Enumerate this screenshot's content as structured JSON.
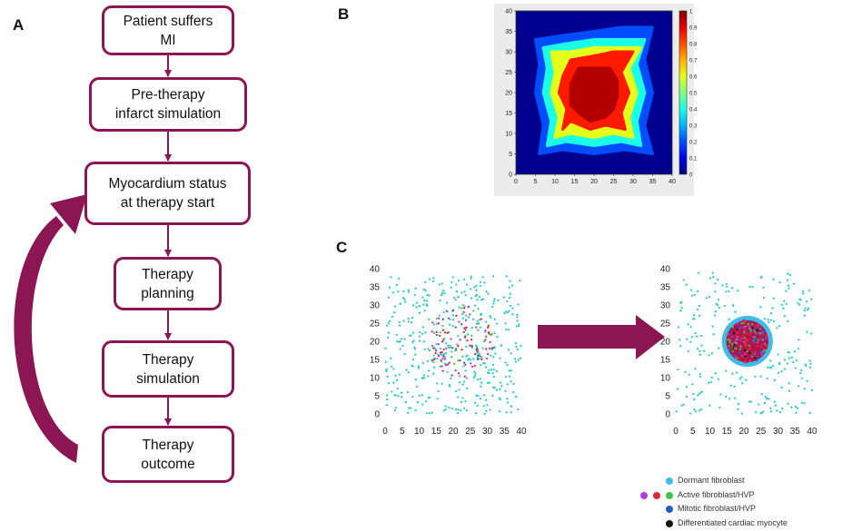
{
  "panels": {
    "a": "A",
    "b": "B",
    "c": "C"
  },
  "flowchart": {
    "steps": [
      {
        "label": "Patient suffers\nMI"
      },
      {
        "label": "Pre-therapy\ninfarct simulation"
      },
      {
        "label": "Myocardium status\nat therapy start"
      },
      {
        "label": "Therapy\nplanning"
      },
      {
        "label": "Therapy\nsimulation"
      },
      {
        "label": "Therapy\noutcome"
      }
    ],
    "arrow_color": "#8c1654"
  },
  "chart_data": [
    {
      "type": "heatmap",
      "panel": "B",
      "x_ticks": [
        "0",
        "5",
        "10",
        "15",
        "20",
        "25",
        "30",
        "35",
        "40"
      ],
      "y_ticks": [
        "0",
        "5",
        "10",
        "15",
        "20",
        "25",
        "30",
        "35",
        "40"
      ],
      "colorbar_ticks": [
        "0",
        "0.1",
        "0.2",
        "0.3",
        "0.4",
        "0.5",
        "0.6",
        "0.7",
        "0.8",
        "0.9",
        "1"
      ],
      "xlim": [
        0,
        40
      ],
      "ylim": [
        0,
        40
      ],
      "color_range": [
        0,
        1
      ],
      "colormap": "jet",
      "regions": [
        {
          "level": 0.2,
          "polygon": [
            [
              5,
              33
            ],
            [
              12,
              34
            ],
            [
              20,
              35
            ],
            [
              27,
              36
            ],
            [
              35,
              36
            ],
            [
              33,
              28
            ],
            [
              35,
              20
            ],
            [
              33,
              12
            ],
            [
              35,
              5
            ],
            [
              28,
              6
            ],
            [
              20,
              5
            ],
            [
              12,
              6
            ],
            [
              6,
              5
            ],
            [
              7,
              12
            ],
            [
              5,
              20
            ],
            [
              6,
              27
            ]
          ]
        },
        {
          "level": 0.4,
          "polygon": [
            [
              7,
              31
            ],
            [
              13,
              32
            ],
            [
              20,
              33
            ],
            [
              27,
              33
            ],
            [
              33,
              33
            ],
            [
              31,
              27
            ],
            [
              33,
              20
            ],
            [
              31,
              13
            ],
            [
              32,
              7
            ],
            [
              27,
              8
            ],
            [
              20,
              7
            ],
            [
              13,
              8
            ],
            [
              8,
              7
            ],
            [
              9,
              13
            ],
            [
              7,
              20
            ],
            [
              8,
              26
            ]
          ]
        },
        {
          "level": 0.6,
          "polygon": [
            [
              9,
              30
            ],
            [
              14,
              30
            ],
            [
              20,
              31
            ],
            [
              26,
              31
            ],
            [
              32,
              31
            ],
            [
              29,
              26
            ],
            [
              31,
              20
            ],
            [
              29,
              14
            ],
            [
              30,
              9
            ],
            [
              25,
              10
            ],
            [
              20,
              9
            ],
            [
              14,
              10
            ],
            [
              10,
              9
            ],
            [
              11,
              14
            ],
            [
              9,
              20
            ],
            [
              10,
              25
            ]
          ]
        },
        {
          "level": 0.85,
          "polygon": [
            [
              12,
              24
            ],
            [
              14,
              28
            ],
            [
              20,
              29
            ],
            [
              25,
              30
            ],
            [
              30,
              30
            ],
            [
              27,
              25
            ],
            [
              29,
              20
            ],
            [
              27,
              15
            ],
            [
              28,
              11
            ],
            [
              23,
              12
            ],
            [
              19,
              11
            ],
            [
              14,
              13
            ],
            [
              12,
              11
            ],
            [
              13,
              16
            ],
            [
              11,
              20
            ]
          ]
        },
        {
          "level": 0.95,
          "polygon": [
            [
              14,
              22
            ],
            [
              16,
              26
            ],
            [
              20,
              26
            ],
            [
              24,
              26
            ],
            [
              26,
              23
            ],
            [
              26,
              19
            ],
            [
              25,
              16
            ],
            [
              23,
              14
            ],
            [
              19,
              13
            ],
            [
              16,
              15
            ],
            [
              14,
              17
            ]
          ]
        }
      ]
    },
    {
      "type": "scatter",
      "panel": "C-before",
      "x_ticks": [
        "0",
        "5",
        "10",
        "15",
        "20",
        "25",
        "30",
        "35",
        "40"
      ],
      "y_ticks": [
        "0",
        "5",
        "10",
        "15",
        "20",
        "25",
        "30",
        "35",
        "40"
      ],
      "xlim": [
        0,
        40
      ],
      "ylim": [
        0,
        40
      ],
      "series": [
        {
          "label_ref": 0,
          "color": "#28cccc",
          "count": 420,
          "distribution": "uniform",
          "bounds": [
            0,
            40,
            0,
            38
          ]
        },
        {
          "label_ref": 1,
          "color": "#e2263a",
          "count": 55,
          "distribution": "central",
          "center": [
            22,
            20
          ],
          "radius": 10
        },
        {
          "label_ref": 1,
          "color": "#b23ddc",
          "count": 35,
          "distribution": "central",
          "center": [
            22,
            20
          ],
          "radius": 10
        },
        {
          "label_ref": 1,
          "color": "#44c24a",
          "count": 25,
          "distribution": "central",
          "center": [
            22,
            20
          ],
          "radius": 10
        },
        {
          "label_ref": 2,
          "color": "#1f5fc4",
          "count": 10,
          "distribution": "central",
          "center": [
            22,
            20
          ],
          "radius": 10
        }
      ]
    },
    {
      "type": "scatter",
      "panel": "C-after",
      "x_ticks": [
        "0",
        "5",
        "10",
        "15",
        "20",
        "25",
        "30",
        "35",
        "40"
      ],
      "y_ticks": [
        "0",
        "5",
        "10",
        "15",
        "20",
        "25",
        "30",
        "35",
        "40"
      ],
      "xlim": [
        0,
        40
      ],
      "ylim": [
        0,
        40
      ],
      "series": [
        {
          "label_ref": 0,
          "color": "#28cccc",
          "count": 230,
          "distribution": "uniform-outside",
          "center": [
            21,
            20
          ],
          "radius": 8
        },
        {
          "label_ref": 0,
          "color": "#3fbde8",
          "count": 1,
          "distribution": "disk",
          "center": [
            21,
            20
          ],
          "radius": 7.5
        },
        {
          "label_ref": 1,
          "color": "#b0124a",
          "count": 1,
          "distribution": "disk",
          "center": [
            21,
            20
          ],
          "radius": 6.2
        },
        {
          "label_ref": 1,
          "color": "#e2263a",
          "count": 70,
          "distribution": "disk",
          "center": [
            21,
            20
          ],
          "radius": 6
        },
        {
          "label_ref": 1,
          "color": "#44c24a",
          "count": 45,
          "distribution": "disk",
          "center": [
            21,
            20
          ],
          "radius": 6
        },
        {
          "label_ref": 1,
          "color": "#b23ddc",
          "count": 40,
          "distribution": "disk",
          "center": [
            21,
            20
          ],
          "radius": 6
        },
        {
          "label_ref": 2,
          "color": "#1f5fc4",
          "count": 25,
          "distribution": "disk",
          "center": [
            21,
            20
          ],
          "radius": 6
        },
        {
          "label_ref": 3,
          "color": "#111111",
          "count": 10,
          "distribution": "disk",
          "center": [
            21,
            20
          ],
          "radius": 5.5
        }
      ]
    }
  ],
  "legend": [
    {
      "label": "Dormant fibroblast",
      "colors": [
        "#3fbde8"
      ]
    },
    {
      "label": "Active fibroblast/HVP",
      "colors": [
        "#b23ddc",
        "#e2263a",
        "#44c24a"
      ]
    },
    {
      "label": "Mitotic fibroblast/HVP",
      "colors": [
        "#1f5fc4"
      ]
    },
    {
      "label": "Differentiated cardiac myocyte",
      "colors": [
        "#111111"
      ]
    }
  ],
  "transition_arrow_color": "#8c1654"
}
